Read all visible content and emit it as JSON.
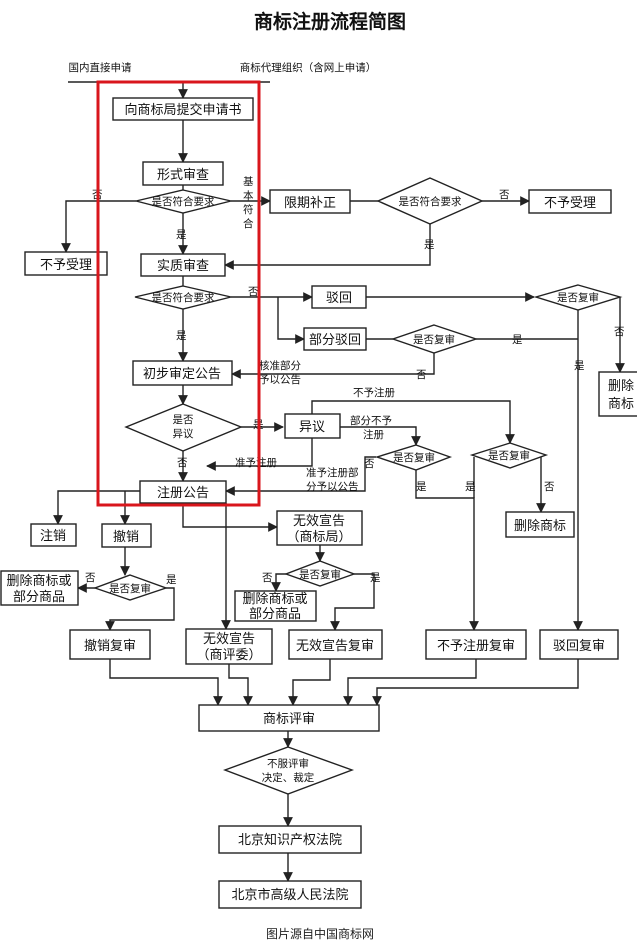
{
  "title": "商标注册流程简图",
  "top_labels": {
    "direct": "国内直接申请",
    "agency": "商标代理组织（含网上申请）"
  },
  "boxes": {
    "submit": "向商标局提交申请书",
    "formal_review": "形式审查",
    "reject_accept_left": "不予受理",
    "limited_correction": "限期补正",
    "reject_accept_right": "不予受理",
    "substantive_review": "实质审查",
    "rejection": "驳回",
    "partial_rejection": "部分驳回",
    "prelim_announcement": "初步审定公告",
    "delete_mark_right": "删除商标",
    "opposition": "异议",
    "registration_announcement": "注册公告",
    "delete_mark_mid": "删除商标",
    "cancellation": "注销",
    "revocation": "撤销",
    "invalidation_tmo_l1": "无效宣告",
    "invalidation_tmo_l2": "（商标局）",
    "delete_partial_left_l1": "删除商标或",
    "delete_partial_left_l2": "部分商品",
    "delete_partial_mid_l1": "删除商标或",
    "delete_partial_mid_l2": "部分商品",
    "revocation_review": "撤销复审",
    "invalidation_trab_l1": "无效宣告",
    "invalidation_trab_l2": "（商评委）",
    "invalidation_review": "无效宣告复审",
    "non_registration_review": "不予注册复审",
    "rejection_review": "驳回复审",
    "trab": "商标评审",
    "ip_court": "北京知识产权法院",
    "high_court": "北京市高级人民法院"
  },
  "diamonds": {
    "meets_req_1": "是否符合要求",
    "meets_req_2": "是否符合要求",
    "meets_req_3": "是否符合要求",
    "review_reject": "是否复审",
    "review_partial": "是否复审",
    "opposition_l1": "是否",
    "opposition_l2": "异议",
    "review_opp_1": "是否复审",
    "review_opp_2": "是否复审",
    "review_revoke": "是否复审",
    "review_invalid": "是否复审",
    "disagree_l1": "不服评审",
    "disagree_l2": "决定、裁定"
  },
  "edge_labels": {
    "no_1": "否",
    "yes_1": "是",
    "basic_meet_1": "基",
    "basic_meet_2": "本",
    "basic_meet_3": "符",
    "basic_meet_4": "合",
    "no_2": "否",
    "yes_2": "是",
    "no_3": "否",
    "yes_3": "是",
    "no_4": "否",
    "yes_4": "是",
    "approved_part_1": "核准部分",
    "approved_part_2": "予以公告",
    "no_5": "否",
    "yes_opp": "是",
    "no_opp": "否",
    "not_registered": "不予注册",
    "partially_not_1": "部分不予",
    "partially_not_2": "注册",
    "approve_reg": "准予注册",
    "approve_part_1": "准予注册部",
    "approve_part_2": "分予以公告",
    "no_6": "否",
    "yes_6": "是",
    "yes_7": "是",
    "no_7": "否",
    "no_8": "否",
    "yes_8": "是",
    "no_9": "否",
    "yes_9": "是"
  },
  "caption": "图片源自中国商标网",
  "colors": {
    "highlight": "#d9161c",
    "line": "#222222"
  }
}
